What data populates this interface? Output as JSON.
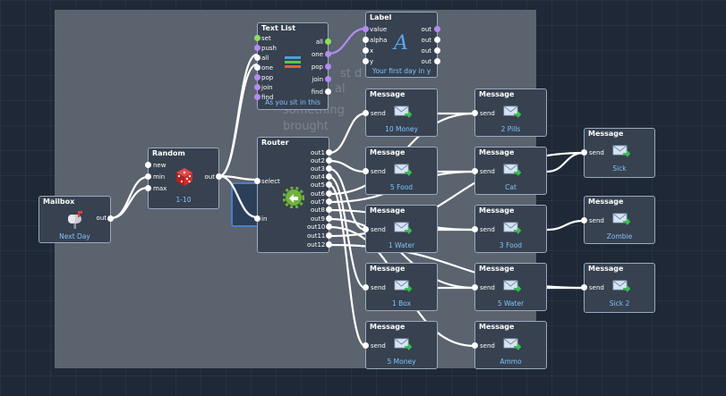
{
  "canvas": {
    "ghost_text": [
      "st d",
      "al",
      "something",
      "brought"
    ]
  },
  "nodes": {
    "mailbox": {
      "title": "Mailbox",
      "out_label": "out",
      "caption": "Next Day",
      "icon": "mailbox-icon"
    },
    "random": {
      "title": "Random",
      "ports": [
        "new",
        "min",
        "max"
      ],
      "out_label": "out",
      "caption": "1-10",
      "icon": "dice-icon"
    },
    "text_list": {
      "title": "Text List",
      "inputs": [
        "set",
        "push",
        "all",
        "one",
        "pop",
        "join",
        "find"
      ],
      "outputs": [
        "all",
        "one",
        "pop",
        "join",
        "find"
      ],
      "caption": "As you sit in this",
      "colors": [
        "#4a9fe0",
        "#59c749",
        "#e0622f"
      ]
    },
    "label": {
      "title": "Label",
      "inputs": [
        "value",
        "alpha",
        "x",
        "y"
      ],
      "outputs": [
        "out",
        "out",
        "out",
        "out"
      ],
      "caption": "Your first day in y",
      "glyph": "A"
    },
    "router": {
      "title": "Router",
      "inputs": [
        "select",
        "in"
      ],
      "outputs": [
        "out1",
        "out2",
        "out3",
        "out4",
        "out5",
        "out6",
        "out7",
        "out8",
        "out9",
        "out10",
        "out11",
        "out12"
      ],
      "icon": "router-gear-icon"
    },
    "messages": {
      "title": "Message",
      "send_label": "send",
      "captions": [
        "10 Money",
        "2 Pills",
        "5 Food",
        "Cat",
        "Sick",
        "1 Water",
        "3 Food",
        "Zombie",
        "1 Box",
        "5 Water",
        "Sick 2",
        "5 Money",
        "Ammo"
      ]
    }
  },
  "colors": {
    "background": "#1f2836",
    "panel": "#5b636e",
    "node": "#37414f",
    "node_border": "#9aa9c0",
    "caption": "#7fc4ff",
    "port_green": "#8be05b",
    "port_purple": "#b38cf3"
  }
}
